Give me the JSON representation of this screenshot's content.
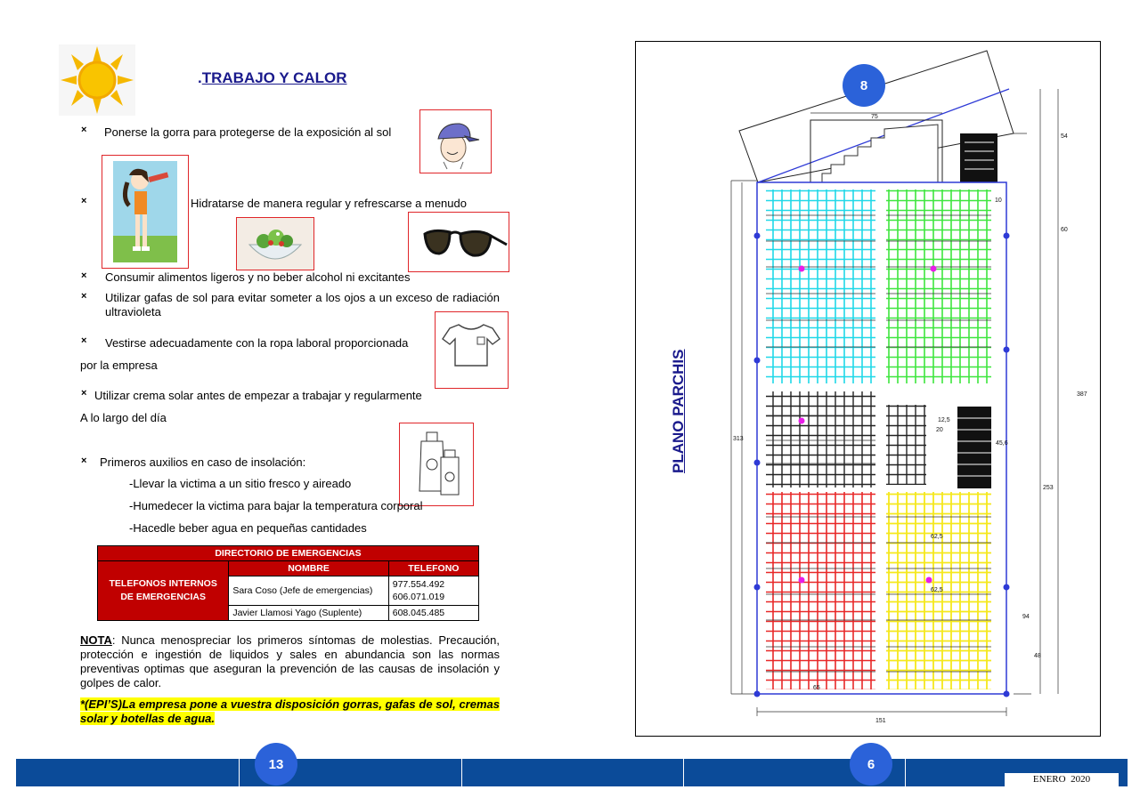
{
  "left_page": {
    "title_dot": ".",
    "title": "TRABAJO Y CALOR",
    "items": [
      {
        "text": "Ponerse la gorra para protegerse de la exposición al sol"
      },
      {
        "text": "Hidratarse de manera regular y refrescarse a menudo"
      },
      {
        "text": "Consumir alimentos ligeros y no beber alcohol ni excitantes"
      },
      {
        "text": "Utilizar gafas de sol para evitar someter a los ojos a un exceso de radiación ultravioleta"
      },
      {
        "text": "Vestirse adecuadamente con la ropa laboral proporcionada"
      },
      {
        "text": "Utilizar crema solar antes de empezar a trabajar y regularmente"
      },
      {
        "text": "Primeros auxilios en caso de insolación:"
      }
    ],
    "continuations": [
      "por la empresa",
      "A lo largo del día"
    ],
    "first_aid": [
      "-Llevar la victima a un sitio fresco y aireado",
      "-Humedecer la victima para bajar la temperatura corporal",
      "-Hacedle beber agua en pequeñas cantidades"
    ],
    "directory": {
      "title": "DIRECTORIO DE EMERGENCIAS",
      "col_name": "NOMBRE",
      "col_phone": "TELEFONO",
      "row_header": "TELEFONOS INTERNOS DE EMERGENCIAS",
      "rows": [
        {
          "name": "Sara Coso (Jefe de emergencias)",
          "phone1": "977.554.492",
          "phone2": "606.071.019"
        },
        {
          "name": "Javier Llamosi Yago (Suplente)",
          "phone1": "608.045.485",
          "phone2": ""
        }
      ]
    },
    "note_label": "NOTA",
    "note_text": ": Nunca menospreciar los primeros síntomas de molestias. Precaución, protección e ingestión de liquidos y sales en abundancia son las normas preventivas optimas  que aseguran la prevención de las causas de insolación y golpes  de calor.",
    "highlight": "*(EPI’S)La empresa pone a vuestra disposición gorras, gafas de sol, cremas solar y botellas de agua.",
    "page_number": "13"
  },
  "right_page": {
    "plan_title": "PLANO PARCHIS",
    "plan_badge": "8",
    "page_number": "6",
    "footer_date": "ENERO  2020",
    "plan_labels": {
      "d75": "75",
      "d54": "54",
      "d60": "60",
      "d387": "387",
      "d313": "313",
      "d253": "253",
      "d94": "94",
      "d48": "48",
      "d151": "151",
      "d12_5": "12,5",
      "d20": "20",
      "d45_6": "45,6",
      "d62_5a": "62,5",
      "d62_5b": "62,5",
      "d65": "65",
      "d10": "10"
    }
  },
  "colors": {
    "blue_bar": "#0b4b99",
    "badge": "#2b62d9",
    "red_header": "#c00000",
    "title_blue": "#1a1a8c",
    "highlight": "#ffff00"
  }
}
